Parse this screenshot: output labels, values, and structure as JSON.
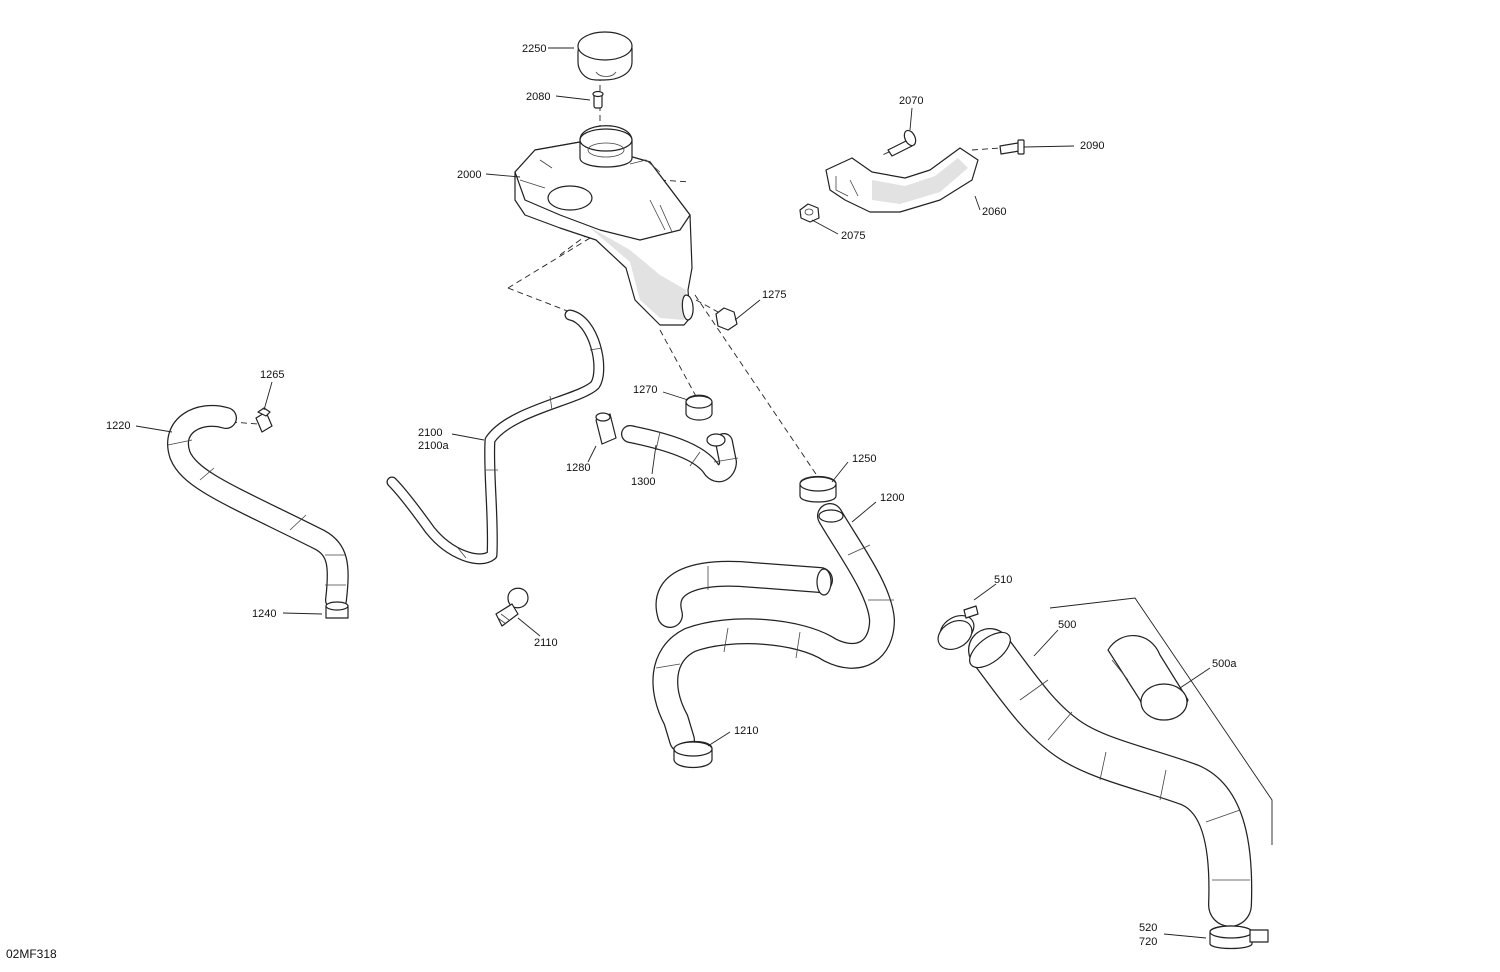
{
  "figure_id": "02MF318",
  "labels": {
    "l2250": "2250",
    "l2080": "2080",
    "l2000": "2000",
    "l2070": "2070",
    "l2090": "2090",
    "l2060": "2060",
    "l2075": "2075",
    "l1275": "1275",
    "l1265": "1265",
    "l1220": "1220",
    "l1270": "1270",
    "l2100": "2100",
    "l2100a": "2100a",
    "l1280": "1280",
    "l1300": "1300",
    "l1250": "1250",
    "l1200": "1200",
    "l1240": "1240",
    "l2110": "2110",
    "l510": "510",
    "l500": "500",
    "l500a": "500a",
    "l1210": "1210",
    "l520": "520",
    "l720": "720"
  }
}
